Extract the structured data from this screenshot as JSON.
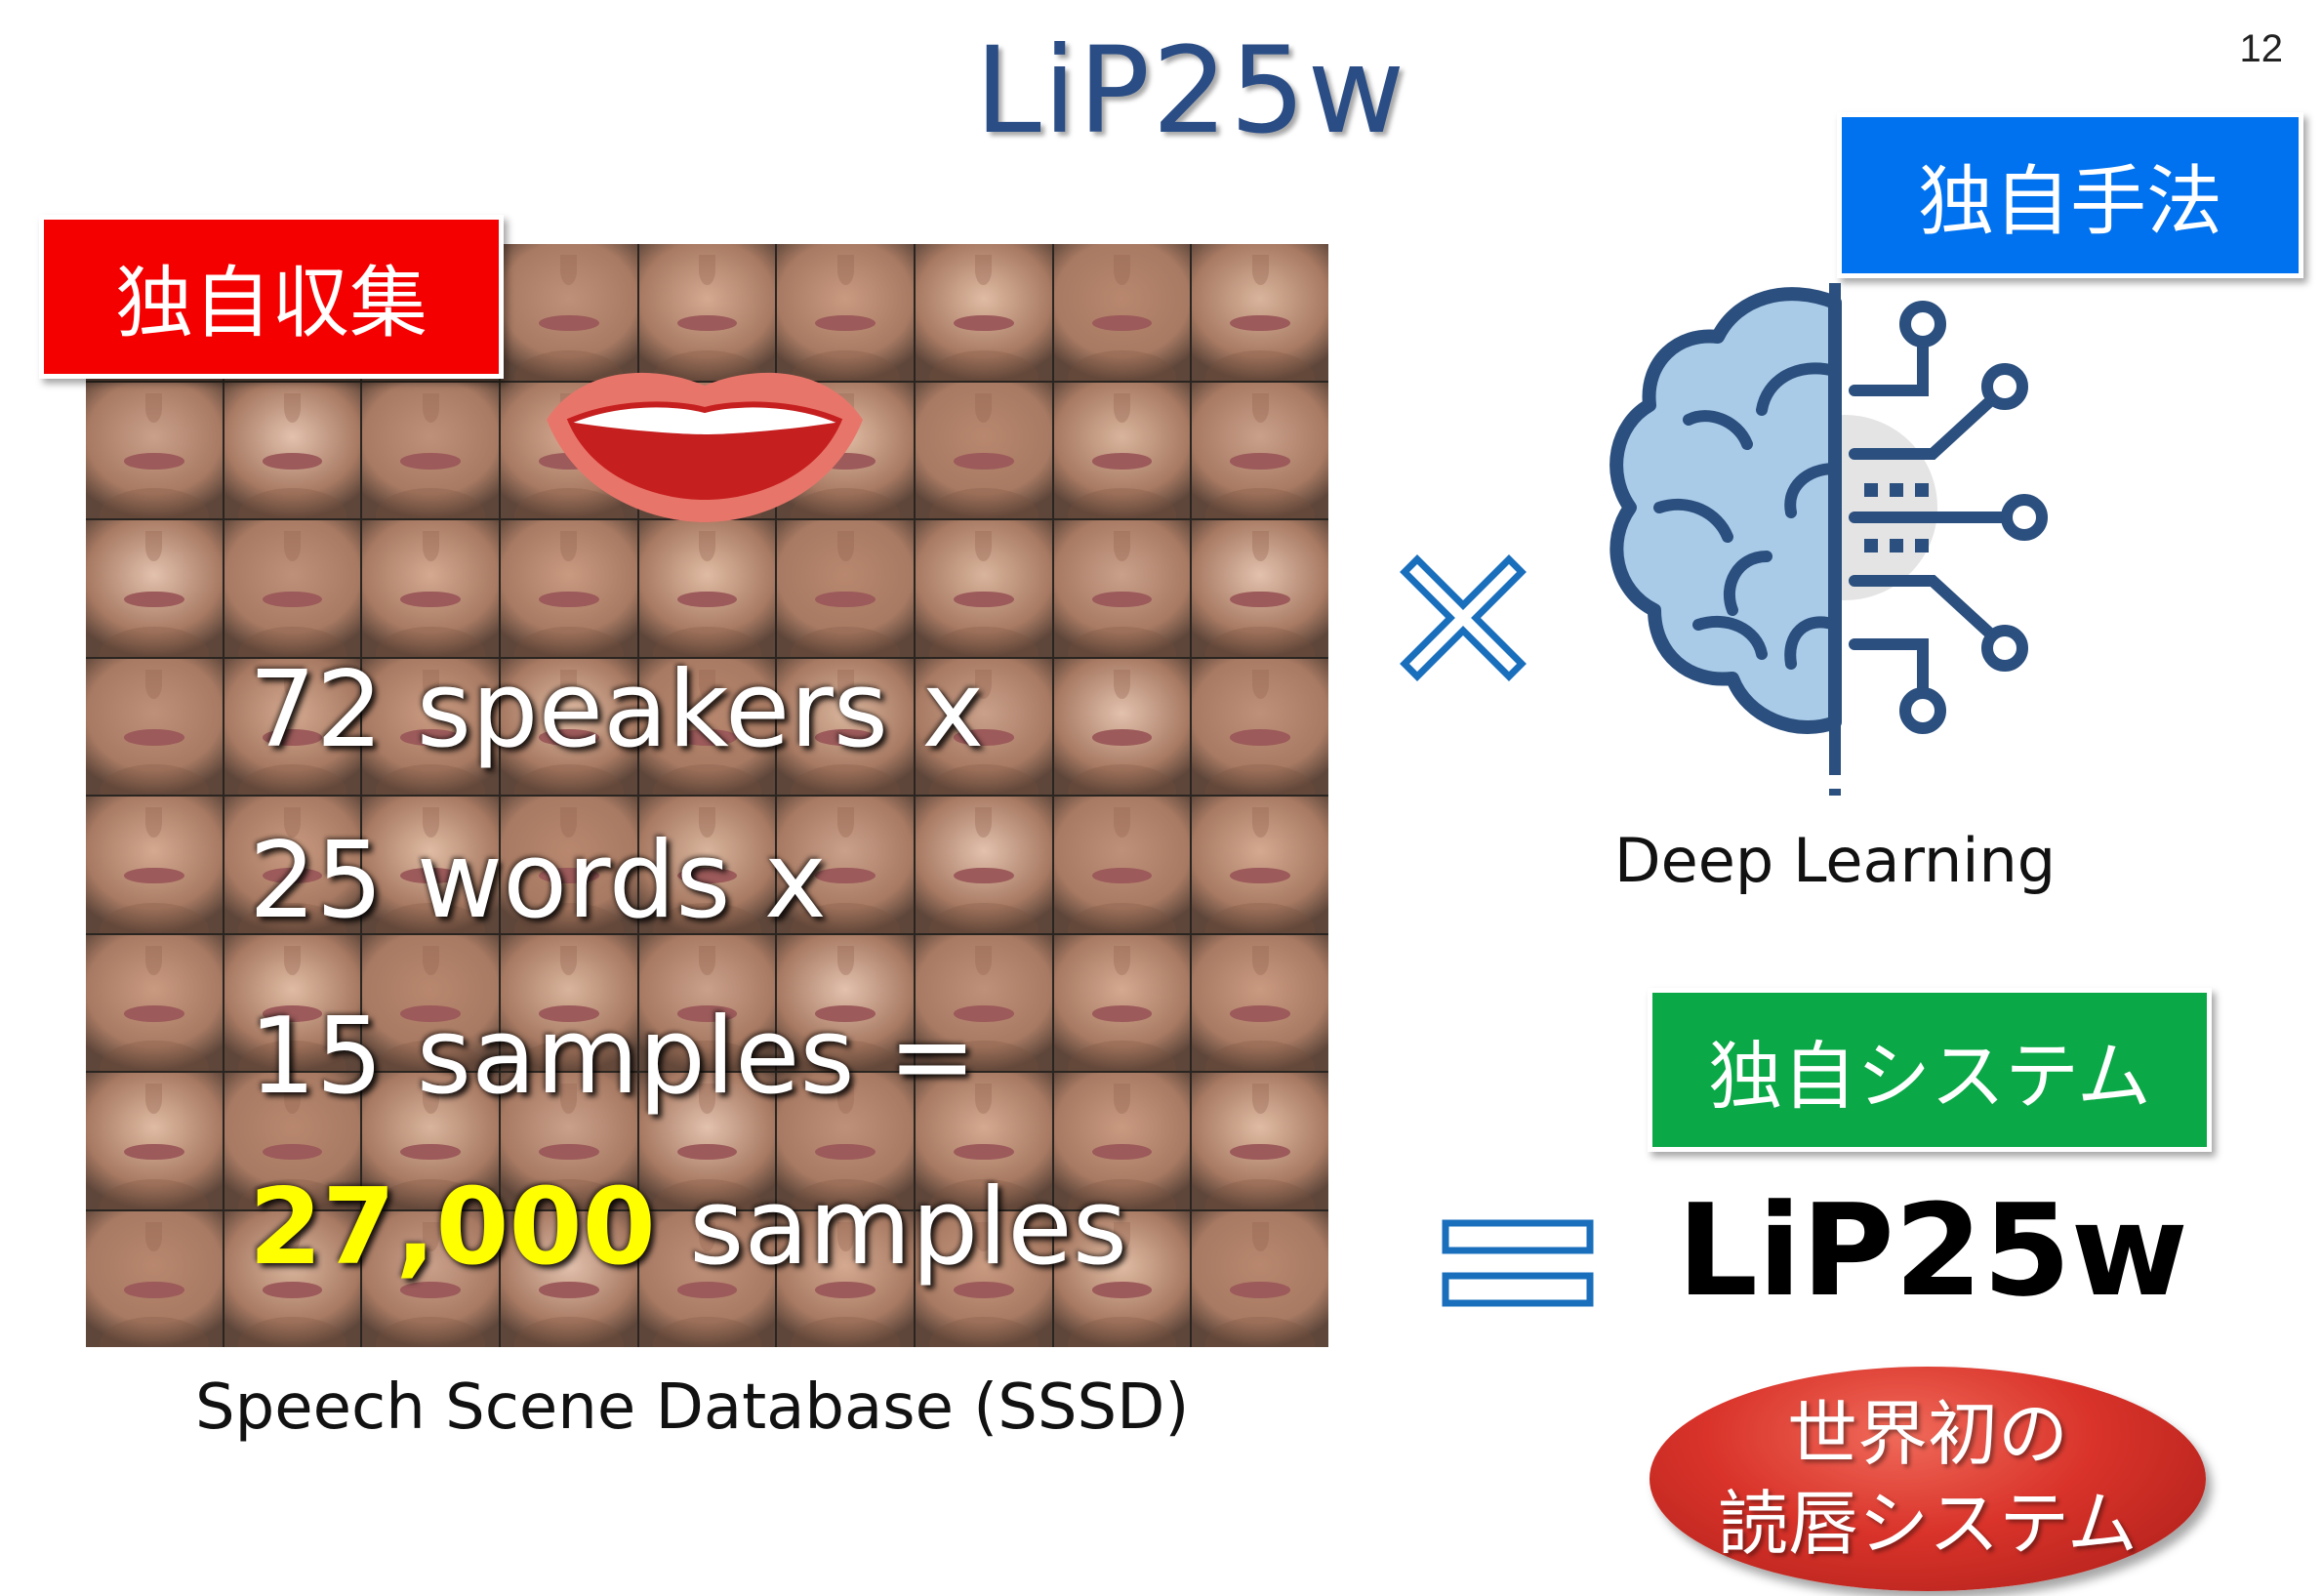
{
  "slide": {
    "title": "LiP25w",
    "page_number": "12"
  },
  "tags": {
    "collection": "独自収集",
    "method": "独自手法",
    "system": "独自システム"
  },
  "dataset": {
    "line1": "72 speakers x",
    "line2": "25 words x",
    "line3": "15 samples =",
    "total_highlight": "27,000",
    "total_suffix": " samples",
    "caption": "Speech Scene Database (SSSD)"
  },
  "method": {
    "caption": "Deep Learning",
    "icon": "brain-circuit-icon"
  },
  "result": {
    "product_name": "LiP25w",
    "badge_line1": "世界初の",
    "badge_line2": "読唇システム"
  },
  "colors": {
    "title": "#2a4d86",
    "collection_tag": "#f50000",
    "method_tag": "#0072f0",
    "system_tag": "#0aa846",
    "highlight": "#ffff00",
    "operator_icons": "#1a6fbd"
  }
}
